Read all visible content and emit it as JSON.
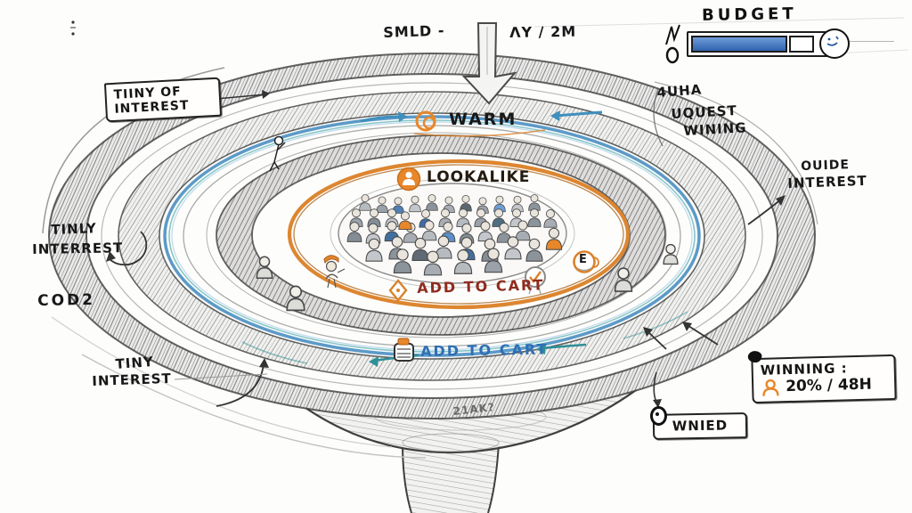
{
  "palette": {
    "orange": "#dd8630",
    "blue_text": "#2f6fb5",
    "teal": "#2e8f96",
    "maroon": "#8f2b1e",
    "ring_blue": "#4a8fc2",
    "pencil": "#555555",
    "budget_fill": "#3d6fc2"
  },
  "top_arrow": {
    "left_label": "SMLD -",
    "right_label": "ΛY / 2M"
  },
  "budget": {
    "title": "BUDGET",
    "fill_percent": 65
  },
  "rings": {
    "warm_label": "WARM",
    "lookalike_label": "LOOKALIKE",
    "add_to_cart_inner_label": "ADD TO CART",
    "add_to_cart_outer_label": "ADD TO CART"
  },
  "boxes": {
    "tiny_of_interest": {
      "line1": "TIINY OF",
      "line2": "INTEREST"
    },
    "winning": {
      "title": "WINNING :",
      "value": "20% / 48H"
    },
    "wnied": {
      "label": "WNIED"
    }
  },
  "annotations": {
    "right_top": "4UHA",
    "right_mid_line1": "UQUEST",
    "right_mid_line2": "WINING",
    "right_outer_line1": "OUIDE",
    "right_outer_line2": "INTEREST",
    "left_mid_line1": "TINLY",
    "left_mid_line2": "INTERREST",
    "left_code": "COD2",
    "bottom_left_line1": "TINY",
    "bottom_left_line2": "INTEREST",
    "funnel_note": "21AK?",
    "badge_e": "E"
  },
  "icons": {
    "warm": "orange-scribble-circle",
    "lookalike": "orange-person-badge",
    "add_to_cart_inner": "orange-diamond",
    "add_to_cart_outer": "cart-box",
    "check": "orange-check-circle",
    "budget_clock": "clock-face",
    "winning_person": "orange-person",
    "crowd": "audience-of-people"
  },
  "crowd": {
    "count": 48
  }
}
